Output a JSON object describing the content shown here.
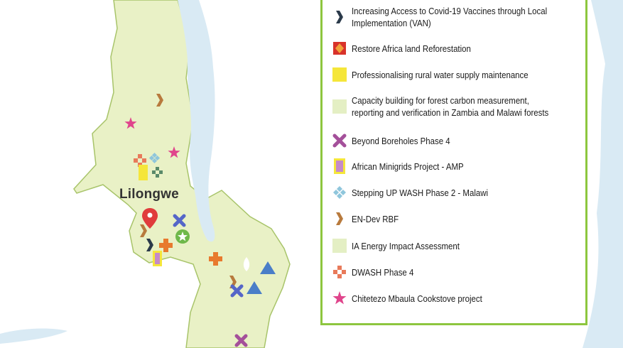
{
  "map": {
    "city_label": "Lilongwe",
    "colors": {
      "land": "#e9f1c6",
      "land_border": "#a8c46a",
      "water": "#d9eaf4",
      "legend_border": "#8dc63f"
    }
  },
  "legend": {
    "items": [
      {
        "icon": "chevron-dark-icon",
        "label": "Increasing Access to Covid-19 Vaccines through Local Implementation (VAN)"
      },
      {
        "icon": "red-square-orange-diamond-icon",
        "label": "Restore Africa land Reforestation"
      },
      {
        "icon": "yellow-rectangle-icon",
        "label": "Professionalising rural water supply maintenance"
      },
      {
        "icon": "pale-green-square-icon",
        "label": "Capacity building for forest carbon measurement, reporting and verification in Zambia and Malawi forests"
      },
      {
        "icon": "purple-x-icon",
        "label": "Beyond Boreholes Phase 4"
      },
      {
        "icon": "purple-yellow-rectangle-icon",
        "label": "African Minigrids Project - AMP"
      },
      {
        "icon": "blue-diamonds-icon",
        "label": "Stepping UP WASH Phase 2 - Malawi"
      },
      {
        "icon": "chevron-brown-icon",
        "label": "EN-Dev RBF"
      },
      {
        "icon": "pale-green-square-icon",
        "label": "IA Energy Impact Assessment"
      },
      {
        "icon": "orange-cross-icon",
        "label": "DWASH Phase 4"
      },
      {
        "icon": "pink-star-icon",
        "label": "Chitetezo Mbaula Cookstove project"
      }
    ]
  }
}
